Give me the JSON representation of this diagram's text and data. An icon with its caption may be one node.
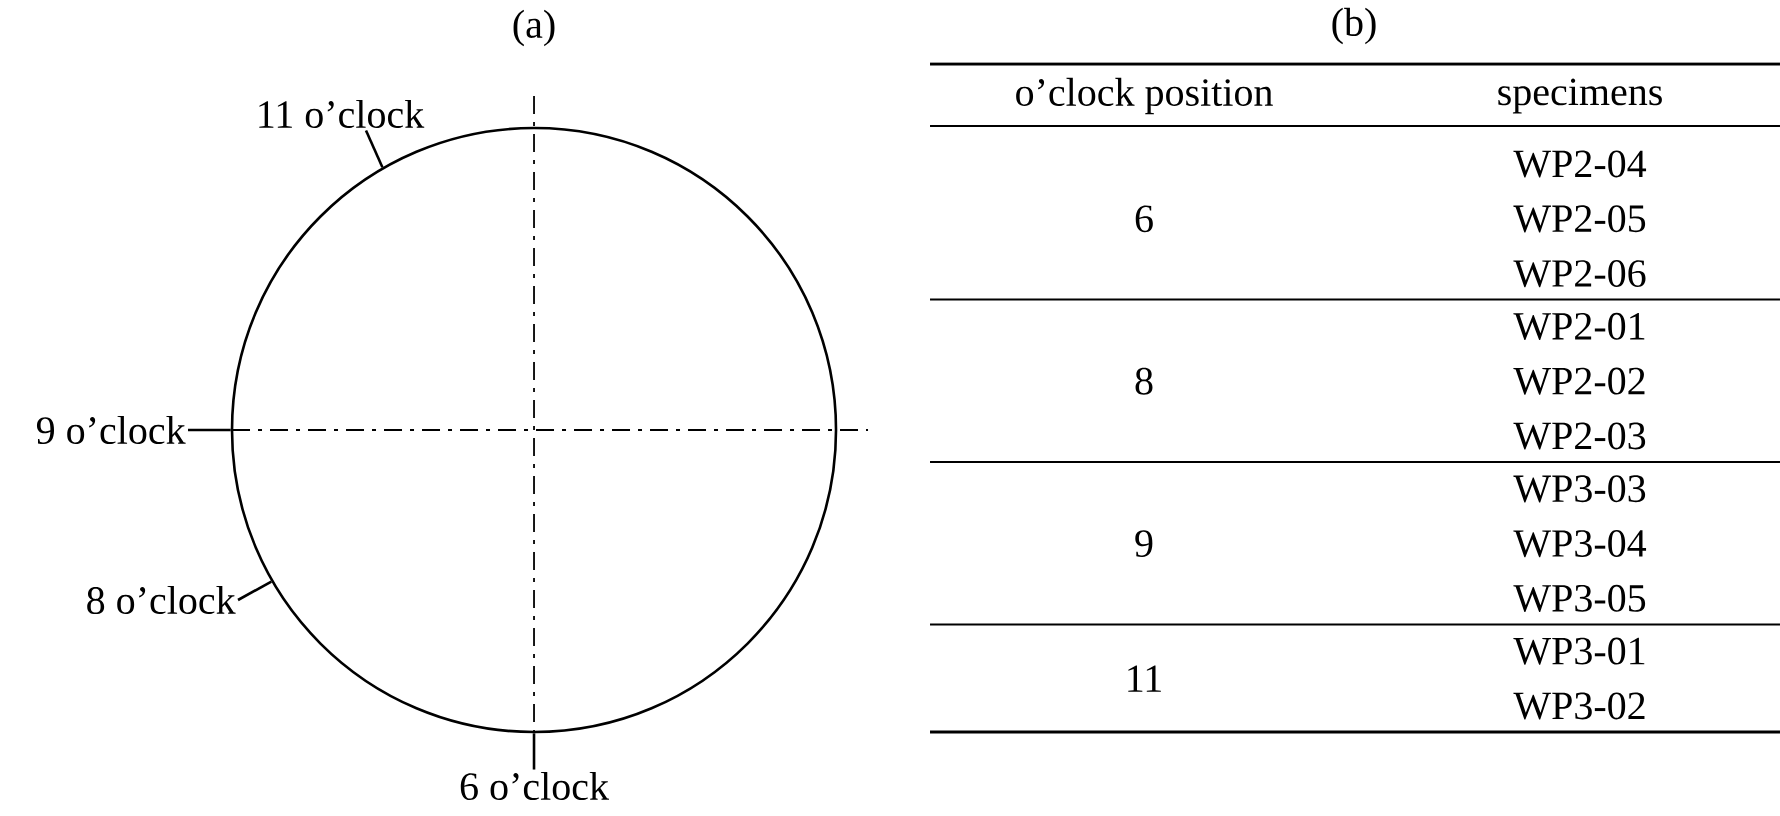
{
  "diagram": {
    "nodes": [
      {
        "text": [],
        "shape": "circle"
      },
      {
        "text": [
          "11 o’clock"
        ]
      },
      {
        "text": [
          "9 o’clock"
        ]
      },
      {
        "text": [
          "8 o’clock"
        ]
      },
      {
        "text": [
          "6 o’clock"
        ]
      }
    ],
    "edges": [
      {
        "from": 1,
        "to": 0,
        "arrow": "none"
      },
      {
        "from": 2,
        "to": 0,
        "arrow": "none"
      },
      {
        "from": 3,
        "to": 0,
        "arrow": "none"
      },
      {
        "from": 4,
        "to": 0,
        "arrow": "none"
      }
    ],
    "labels": [
      "(a)",
      "(b)",
      "o’clock position",
      "specimens",
      "6",
      "WP2-04",
      "WP2-05",
      "WP2-06",
      "8",
      "WP2-01",
      "WP2-02",
      "WP2-03",
      "9",
      "WP3-03",
      "WP3-04",
      "WP3-05",
      "11",
      "WP3-01",
      "WP3-02"
    ]
  }
}
